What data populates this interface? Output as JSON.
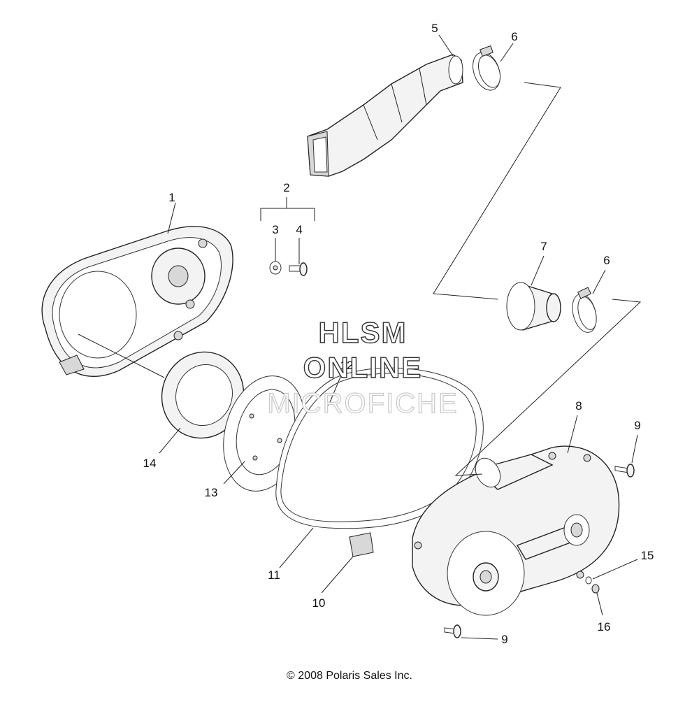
{
  "diagram": {
    "callouts": [
      {
        "id": "c1",
        "label": "1"
      },
      {
        "id": "c2",
        "label": "2"
      },
      {
        "id": "c3",
        "label": "3"
      },
      {
        "id": "c4",
        "label": "4"
      },
      {
        "id": "c5",
        "label": "5"
      },
      {
        "id": "c6a",
        "label": "6"
      },
      {
        "id": "c6b",
        "label": "6"
      },
      {
        "id": "c7",
        "label": "7"
      },
      {
        "id": "c8",
        "label": "8"
      },
      {
        "id": "c9a",
        "label": "9"
      },
      {
        "id": "c9b",
        "label": "9"
      },
      {
        "id": "c10",
        "label": "10"
      },
      {
        "id": "c11",
        "label": "11"
      },
      {
        "id": "c12",
        "label": "12"
      },
      {
        "id": "c13",
        "label": "13"
      },
      {
        "id": "c14",
        "label": "14"
      },
      {
        "id": "c15",
        "label": "15"
      },
      {
        "id": "c16",
        "label": "16"
      }
    ]
  },
  "watermark": {
    "line1": "HLSM",
    "line2": "ONLINE",
    "line3": "MICROFICHE"
  },
  "footer": {
    "copyright": "© 2008 Polaris Sales Inc."
  }
}
